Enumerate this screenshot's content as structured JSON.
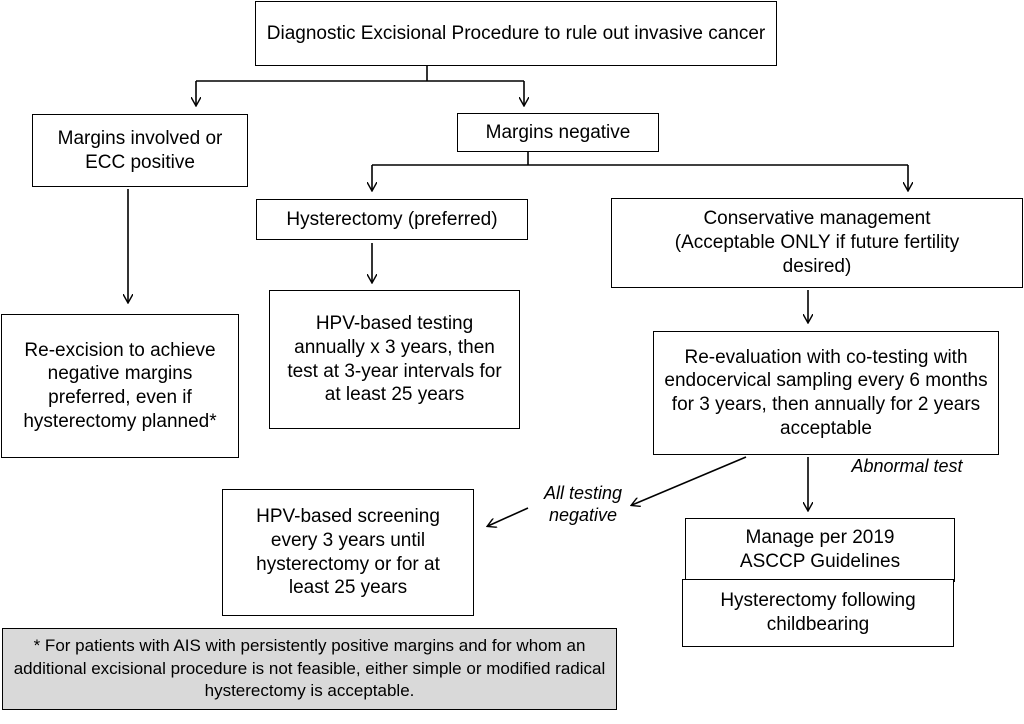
{
  "nodes": {
    "diagnostic": "Diagnostic Excisional Procedure to rule out invasive cancer",
    "margins_involved": "Margins involved or ECC positive",
    "margins_negative": "Margins negative",
    "hysterectomy_preferred": "Hysterectomy (preferred)",
    "conservative": "Conservative management (Acceptable ONLY if future fertility desired)",
    "re_excision": "Re-excision to achieve negative margins preferred, even if hysterectomy planned*",
    "hpv_testing": "HPV-based testing annually x 3 years, then test at 3-year intervals for at least 25 years",
    "re_evaluation": "Re-evaluation with co-testing with endocervical sampling every 6 months for 3 years, then annually for 2 years acceptable",
    "hpv_screening": "HPV-based screening every 3 years until hysterectomy or for at least 25 years",
    "manage_asccp": "Manage per 2019 ASCCP Guidelines",
    "hysterectomy_following": "Hysterectomy following childbearing"
  },
  "edge_labels": {
    "all_negative": "All testing negative",
    "abnormal": "Abnormal test"
  },
  "footnote": "* For patients with AIS with persistently positive margins and for whom an additional excisional procedure is not feasible, either simple or modified radical hysterectomy is acceptable."
}
